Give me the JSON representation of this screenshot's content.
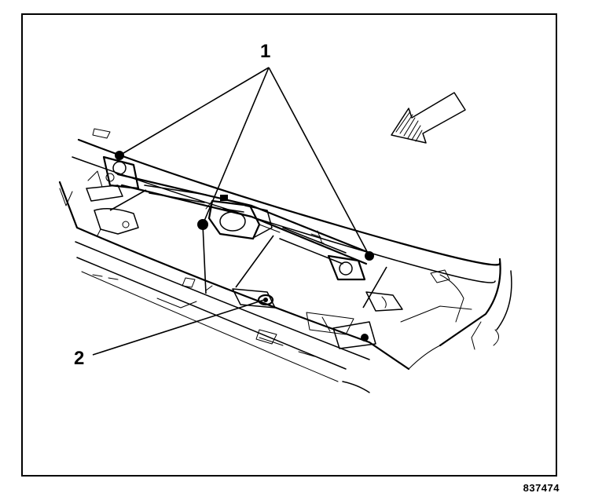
{
  "callouts": {
    "label_1": "1",
    "label_2": "2"
  },
  "figure_id": "837474",
  "colors": {
    "line": "#000000",
    "background": "#ffffff"
  },
  "icons": {
    "view_direction": "view-direction-arrow-icon"
  }
}
